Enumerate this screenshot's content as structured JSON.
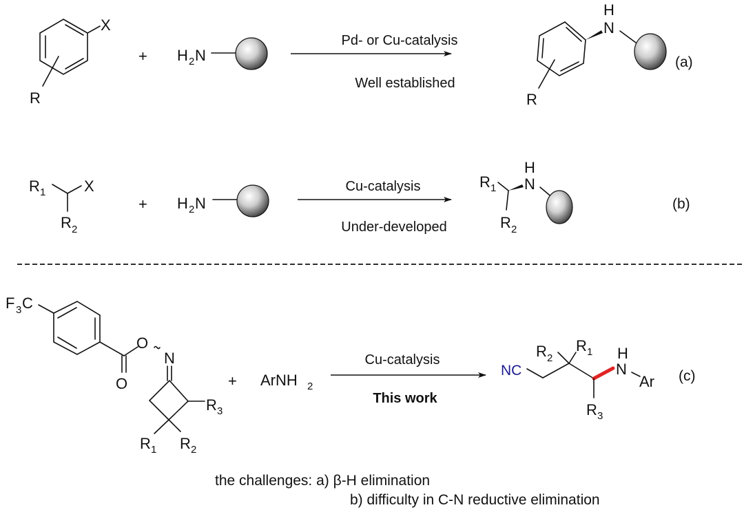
{
  "reaction_a": {
    "reactant_substituent_x": "X",
    "reactant_substituent_r": "R",
    "plus": "+",
    "amine_h": "H",
    "amine_sub": "2",
    "amine_n": "N",
    "condition_top": "Pd- or Cu-catalysis",
    "condition_bottom": "Well established",
    "product_h": "H",
    "product_n": "N",
    "product_r": "R",
    "label": "(a)"
  },
  "reaction_b": {
    "reactant_r1": "R",
    "reactant_r1_sub": "1",
    "reactant_r2": "R",
    "reactant_r2_sub": "2",
    "reactant_x": "X",
    "plus": "+",
    "amine_h": "H",
    "amine_sub": "2",
    "amine_n": "N",
    "condition_top": "Cu-catalysis",
    "condition_bottom": "Under-developed",
    "product_r1": "R",
    "product_r1_sub": "1",
    "product_r2": "R",
    "product_r2_sub": "2",
    "product_h": "H",
    "product_n": "N",
    "label": "(b)"
  },
  "reaction_c": {
    "cf3_f": "F",
    "cf3_sub": "3",
    "cf3_c": "C",
    "ester_o": "O",
    "carbonyl_o": "O",
    "oxime_n": "N",
    "ring_r1": "R",
    "ring_r1_sub": "1",
    "ring_r2": "R",
    "ring_r2_sub": "2",
    "ring_r3": "R",
    "ring_r3_sub": "3",
    "plus": "+",
    "amine": "ArNH",
    "amine_sub": "2",
    "condition_top": "Cu-catalysis",
    "condition_bottom": "This work",
    "product_nc": "NC",
    "product_r2": "R",
    "product_r2_sub": "2",
    "product_r1": "R",
    "product_r1_sub": "1",
    "product_h": "H",
    "product_n": "N",
    "product_ar": "Ar",
    "product_r3": "R",
    "product_r3_sub": "3",
    "label": "(c)"
  },
  "challenges": {
    "line1": "the challenges: a) β-H elimination",
    "line2": "b) difficulty in C-N reductive elimination"
  },
  "colors": {
    "nitrile": "#1b1b8f",
    "new_bond": "#e02424",
    "text": "#111111"
  }
}
